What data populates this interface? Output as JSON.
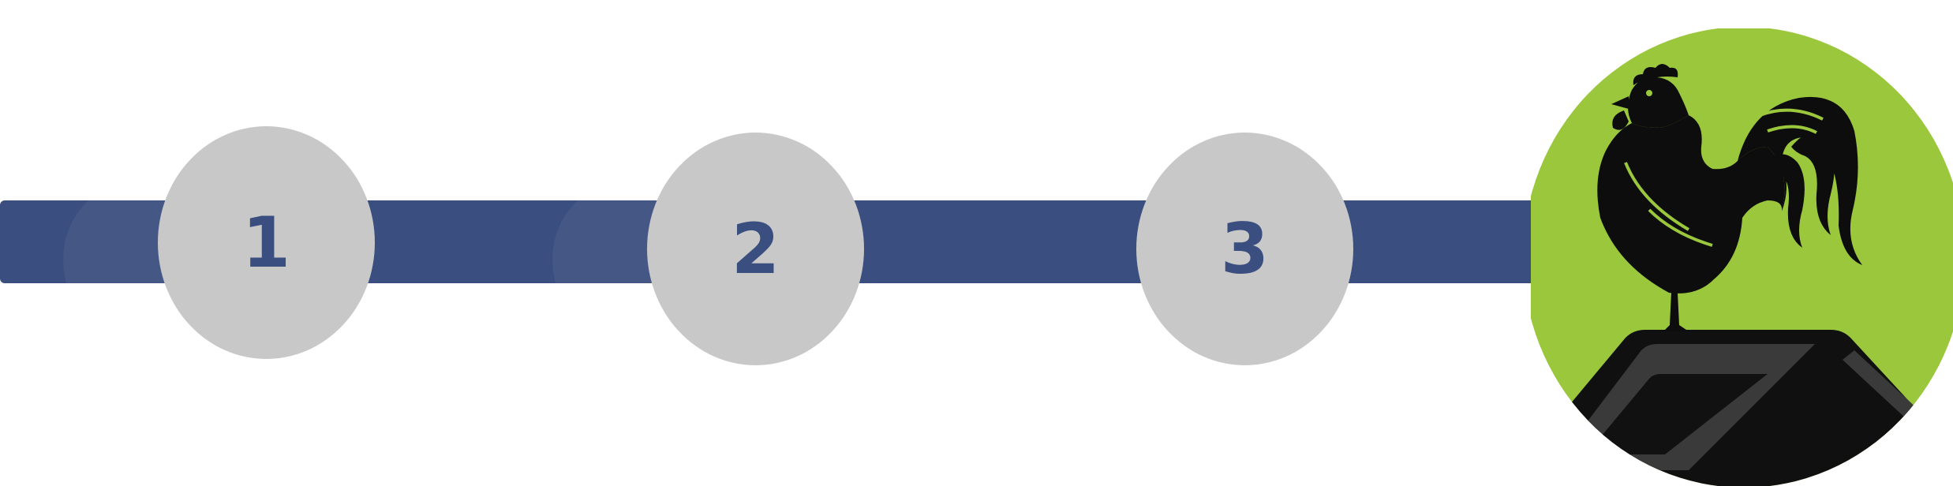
{
  "steps": [
    {
      "label": "1"
    },
    {
      "label": "2"
    },
    {
      "label": "3"
    }
  ],
  "colors": {
    "bar": "#3a4f7f",
    "circle": "#c8c8c8",
    "number": "#3a4f7f",
    "emblem_bg": "#9bc73c",
    "rooster": "#0d0d0d",
    "roof": "#222222"
  },
  "emblem": {
    "icon": "rooster-on-roof-icon"
  }
}
